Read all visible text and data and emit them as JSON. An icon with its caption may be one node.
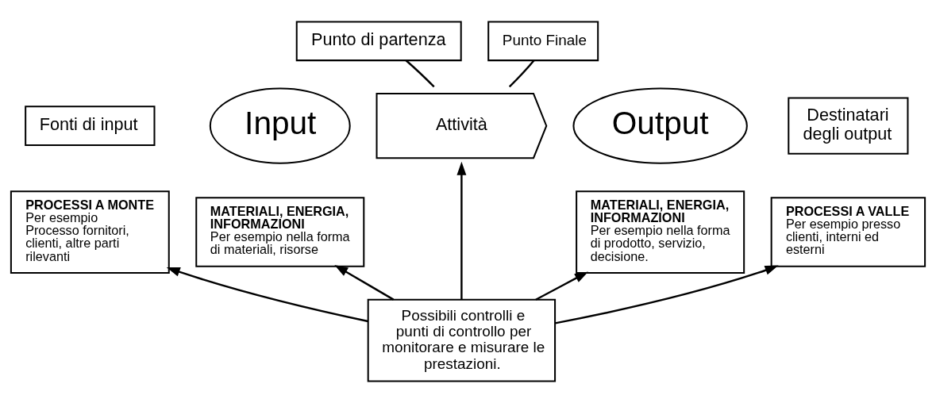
{
  "diagram": {
    "nodes": [
      {
        "text": [
          "Punto di partenza"
        ]
      },
      {
        "text": [
          "Punto Finale"
        ]
      },
      {
        "text": [
          "Fonti di input"
        ]
      },
      {
        "text": [
          "Input"
        ]
      },
      {
        "text": [
          "Attività"
        ]
      },
      {
        "text": [
          "Output"
        ]
      },
      {
        "text": [
          "Destinatari degli output"
        ]
      },
      {
        "text": [
          "PROCESSI A MONTE",
          "Per esempio",
          "Processo fornitori, clienti, altre parti rilevanti"
        ]
      },
      {
        "text": [
          "MATERIALI, ENERGIA, INFORMAZIONI",
          "Per esempio nella forma di materiali, risorse"
        ]
      },
      {
        "text": [
          "MATERIALI, ENERGIA, INFORMAZIONI",
          "Per esempio nella forma di prodotto, servizio, decisione."
        ]
      },
      {
        "text": [
          "PROCESSI A VALLE",
          "Per esempio presso clienti, interni ed esterni"
        ]
      },
      {
        "text": [
          "Possibili controlli e punti di controllo per monitorare e misurare le prestazioni."
        ]
      }
    ],
    "edges": [
      {
        "from": 0,
        "to": 4,
        "arrow": "none"
      },
      {
        "from": 1,
        "to": 4,
        "arrow": "none"
      },
      {
        "from": 11,
        "to": 7,
        "arrow": "to"
      },
      {
        "from": 11,
        "to": 8,
        "arrow": "to"
      },
      {
        "from": 11,
        "to": 4,
        "arrow": "to"
      },
      {
        "from": 11,
        "to": 9,
        "arrow": "to"
      },
      {
        "from": 11,
        "to": 10,
        "arrow": "to"
      }
    ]
  }
}
